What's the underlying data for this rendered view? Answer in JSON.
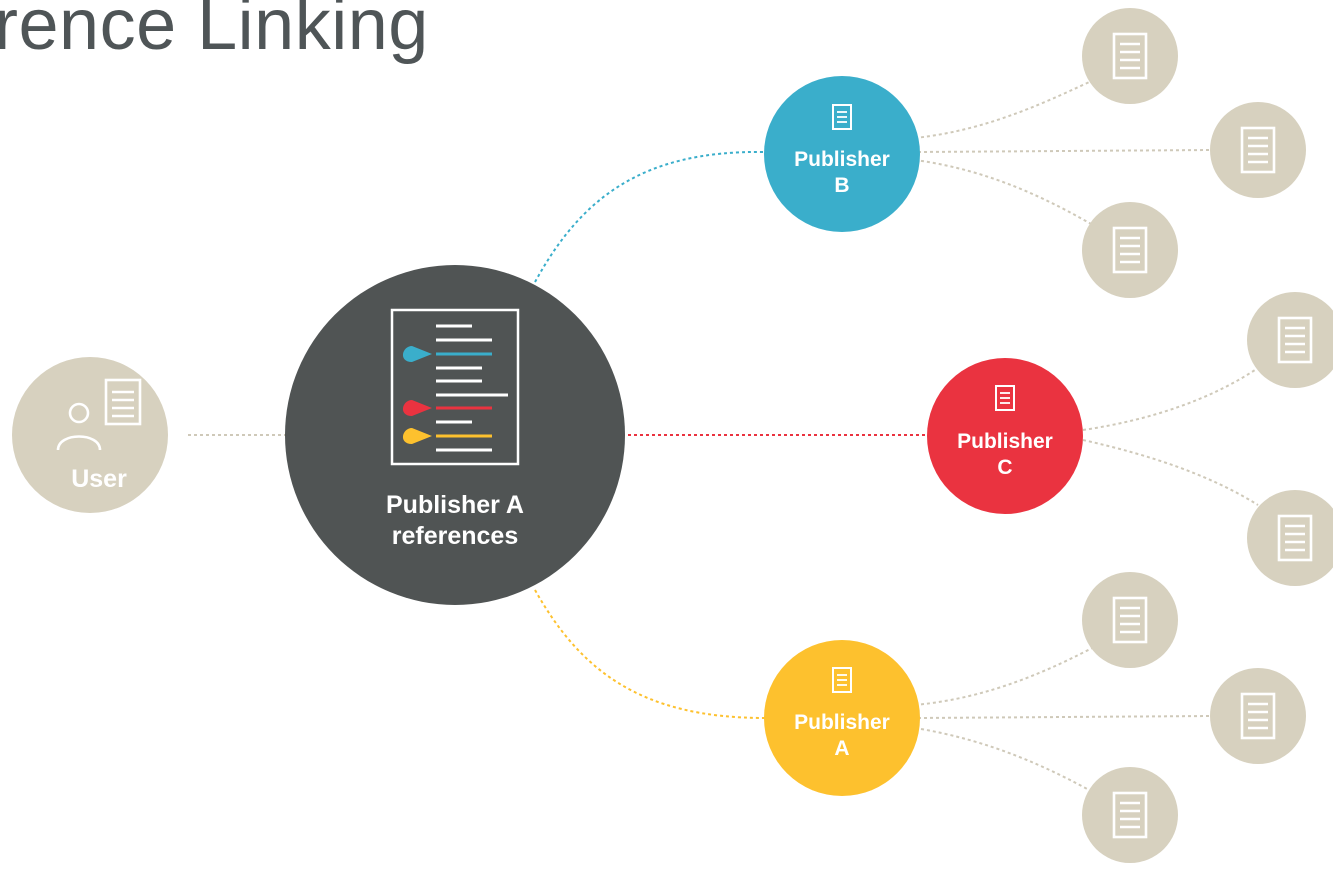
{
  "title": "rence Linking",
  "user": {
    "label": "User"
  },
  "center": {
    "line1": "Publisher A",
    "line2": "references"
  },
  "publishers": [
    {
      "name": "Publisher",
      "letter": "B",
      "color": "#3aaecb"
    },
    {
      "name": "Publisher",
      "letter": "C",
      "color": "#ea3340"
    },
    {
      "name": "Publisher",
      "letter": "A",
      "color": "#fdc12e"
    }
  ],
  "colors": {
    "center": "#505454",
    "user_node": "#d7d1bf",
    "document_node": "#d7d1bf",
    "connector_gray": "#cfc9b9",
    "title_text": "#4f5557"
  },
  "icons": [
    "document-icon",
    "user-icon"
  ]
}
